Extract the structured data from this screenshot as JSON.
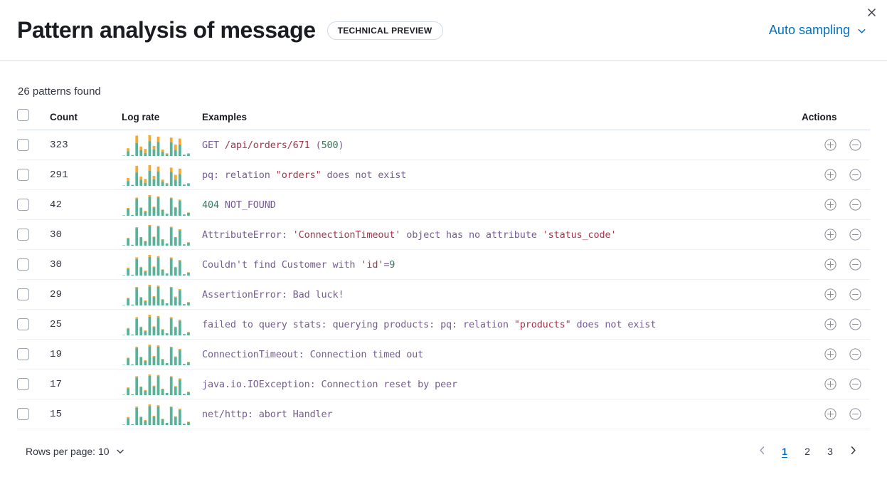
{
  "header": {
    "title": "Pattern analysis of message",
    "badge": "Technical preview",
    "sampling_label": "Auto sampling",
    "sampling_icon": "chevron-down-icon",
    "close_icon": "close-icon",
    "accent_color": "#0071c2"
  },
  "summary": {
    "patterns_found": "26 patterns found"
  },
  "table": {
    "columns": {
      "select": "",
      "count": "Count",
      "log_rate": "Log rate",
      "examples": "Examples",
      "actions": "Actions"
    },
    "colors": {
      "bar_base": "#54b399",
      "bar_highlight": "#fca728",
      "text_default": "#765b96",
      "text_string": "#a7334b",
      "text_number": "#35795e"
    },
    "rows": [
      {
        "count": "323",
        "example_tokens": [
          {
            "t": "GET ",
            "c": "default"
          },
          {
            "t": "/api/orders/671",
            "c": "string"
          },
          {
            "t": " (",
            "c": "default"
          },
          {
            "t": "500",
            "c": "number"
          },
          {
            "t": ")",
            "c": "default"
          }
        ],
        "sparkline": {
          "base": [
            1,
            14,
            2,
            39,
            18,
            9,
            44,
            19,
            42,
            13,
            5,
            41,
            18,
            34,
            3,
            6
          ],
          "highlight": [
            0,
            9,
            1,
            22,
            10,
            12,
            18,
            11,
            16,
            6,
            3,
            14,
            16,
            18,
            1,
            2
          ]
        },
        "add_icon": "plus-in-circle-icon",
        "remove_icon": "minus-in-circle-icon"
      },
      {
        "count": "291",
        "example_tokens": [
          {
            "t": "pq: relation ",
            "c": "default"
          },
          {
            "t": "\"orders\"",
            "c": "string"
          },
          {
            "t": " does not exist",
            "c": "default"
          }
        ],
        "sparkline": {
          "base": [
            1,
            14,
            2,
            39,
            18,
            9,
            44,
            19,
            42,
            13,
            5,
            41,
            18,
            34,
            3,
            6
          ],
          "highlight": [
            0,
            9,
            1,
            19,
            9,
            11,
            16,
            10,
            14,
            5,
            3,
            12,
            14,
            16,
            1,
            2
          ]
        },
        "add_icon": "plus-in-circle-icon",
        "remove_icon": "minus-in-circle-icon"
      },
      {
        "count": "42",
        "example_tokens": [
          {
            "t": "404",
            "c": "number"
          },
          {
            "t": " NOT_FOUND",
            "c": "default"
          }
        ],
        "sparkline": {
          "base": [
            1,
            17,
            2,
            41,
            19,
            10,
            46,
            20,
            44,
            14,
            5,
            42,
            19,
            36,
            3,
            7
          ],
          "highlight": [
            0,
            2,
            0,
            3,
            1,
            2,
            4,
            2,
            3,
            1,
            0,
            2,
            2,
            3,
            0,
            1
          ]
        },
        "add_icon": "plus-in-circle-icon",
        "remove_icon": "minus-in-circle-icon"
      },
      {
        "count": "30",
        "example_tokens": [
          {
            "t": "AttributeError: ",
            "c": "default"
          },
          {
            "t": "'ConnectionTimeout'",
            "c": "string"
          },
          {
            "t": " object has no attribute ",
            "c": "default"
          },
          {
            "t": "'status_code'",
            "c": "string"
          }
        ],
        "sparkline": {
          "base": [
            1,
            17,
            2,
            41,
            19,
            10,
            46,
            20,
            44,
            14,
            5,
            42,
            19,
            36,
            3,
            7
          ],
          "highlight": [
            0,
            1,
            0,
            2,
            1,
            1,
            2,
            1,
            2,
            1,
            0,
            2,
            1,
            2,
            0,
            1
          ]
        },
        "add_icon": "plus-in-circle-icon",
        "remove_icon": "minus-in-circle-icon"
      },
      {
        "count": "30",
        "example_tokens": [
          {
            "t": "Couldn't find Customer with ",
            "c": "default"
          },
          {
            "t": "'id'",
            "c": "string"
          },
          {
            "t": "=",
            "c": "default"
          },
          {
            "t": "9",
            "c": "number"
          }
        ],
        "sparkline": {
          "base": [
            1,
            16,
            2,
            40,
            19,
            10,
            45,
            20,
            43,
            14,
            5,
            41,
            19,
            35,
            3,
            7
          ],
          "highlight": [
            0,
            3,
            0,
            4,
            2,
            2,
            5,
            2,
            4,
            1,
            0,
            3,
            2,
            3,
            0,
            1
          ]
        },
        "add_icon": "plus-in-circle-icon",
        "remove_icon": "minus-in-circle-icon"
      },
      {
        "count": "29",
        "example_tokens": [
          {
            "t": "AssertionError: Bad luck!",
            "c": "default"
          }
        ],
        "sparkline": {
          "base": [
            1,
            16,
            2,
            41,
            19,
            10,
            45,
            20,
            44,
            14,
            5,
            42,
            19,
            36,
            3,
            7
          ],
          "highlight": [
            0,
            2,
            0,
            3,
            1,
            2,
            4,
            2,
            3,
            1,
            0,
            2,
            2,
            3,
            0,
            1
          ]
        },
        "add_icon": "plus-in-circle-icon",
        "remove_icon": "minus-in-circle-icon"
      },
      {
        "count": "25",
        "example_tokens": [
          {
            "t": "failed to query stats: querying products: pq: relation ",
            "c": "default"
          },
          {
            "t": "\"products\"",
            "c": "string"
          },
          {
            "t": " does not exist",
            "c": "default"
          }
        ],
        "sparkline": {
          "base": [
            1,
            16,
            2,
            40,
            19,
            10,
            45,
            20,
            43,
            14,
            5,
            41,
            19,
            35,
            3,
            7
          ],
          "highlight": [
            0,
            2,
            0,
            4,
            2,
            2,
            5,
            2,
            4,
            1,
            0,
            3,
            2,
            3,
            0,
            1
          ]
        },
        "add_icon": "plus-in-circle-icon",
        "remove_icon": "minus-in-circle-icon"
      },
      {
        "count": "19",
        "example_tokens": [
          {
            "t": "ConnectionTimeout: Connection timed out",
            "c": "default"
          }
        ],
        "sparkline": {
          "base": [
            1,
            16,
            2,
            41,
            19,
            10,
            45,
            20,
            44,
            14,
            5,
            42,
            19,
            36,
            3,
            7
          ],
          "highlight": [
            0,
            2,
            0,
            3,
            1,
            2,
            4,
            2,
            3,
            1,
            0,
            2,
            2,
            3,
            0,
            1
          ]
        },
        "add_icon": "plus-in-circle-icon",
        "remove_icon": "minus-in-circle-icon"
      },
      {
        "count": "17",
        "example_tokens": [
          {
            "t": "java.io.IOException: Connection reset by peer",
            "c": "default"
          }
        ],
        "sparkline": {
          "base": [
            1,
            16,
            2,
            41,
            19,
            10,
            45,
            20,
            44,
            14,
            5,
            42,
            19,
            36,
            3,
            7
          ],
          "highlight": [
            0,
            2,
            0,
            3,
            1,
            2,
            3,
            2,
            3,
            1,
            0,
            2,
            2,
            3,
            0,
            1
          ]
        },
        "add_icon": "plus-in-circle-icon",
        "remove_icon": "minus-in-circle-icon"
      },
      {
        "count": "15",
        "example_tokens": [
          {
            "t": "net/http: abort Handler",
            "c": "default"
          }
        ],
        "sparkline": {
          "base": [
            1,
            16,
            2,
            41,
            19,
            10,
            45,
            20,
            44,
            14,
            5,
            42,
            19,
            36,
            3,
            7
          ],
          "highlight": [
            0,
            3,
            0,
            3,
            1,
            2,
            4,
            2,
            3,
            1,
            0,
            2,
            2,
            3,
            0,
            1
          ]
        },
        "add_icon": "plus-in-circle-icon",
        "remove_icon": "minus-in-circle-icon"
      }
    ]
  },
  "footer": {
    "rows_per_page_label": "Rows per page: 10",
    "rows_per_page_icon": "chevron-down-icon",
    "prev_icon": "chevron-left-icon",
    "next_icon": "chevron-right-icon",
    "pages": [
      "1",
      "2",
      "3"
    ],
    "active_page": "1"
  }
}
